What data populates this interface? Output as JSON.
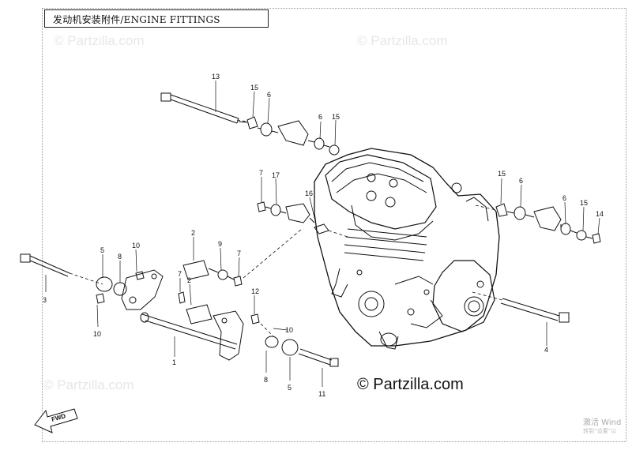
{
  "title": "发动机安装附件/ENGINE FITTINGS",
  "watermark": "© Partzilla.com",
  "copyright": "© Partzilla.com",
  "fwd_label": "FWD",
  "corner_note": "激活 Wind",
  "corner_note2": "转到“设置”以",
  "callouts": {
    "c1": "1",
    "c2a": "2",
    "c2b": "2",
    "c3": "3",
    "c4": "4",
    "c5a": "5",
    "c5b": "5",
    "c6a": "6",
    "c6b": "6",
    "c6c": "6",
    "c6d": "6",
    "c7a": "7",
    "c7b": "7",
    "c7c": "7",
    "c8a": "8",
    "c8b": "8",
    "c9": "9",
    "c10a": "10",
    "c10b": "10",
    "c10c": "10",
    "c11": "11",
    "c12": "12",
    "c13": "13",
    "c14": "14",
    "c15a": "15",
    "c15b": "15",
    "c15c": "15",
    "c15d": "15",
    "c16": "16",
    "c17": "17"
  }
}
